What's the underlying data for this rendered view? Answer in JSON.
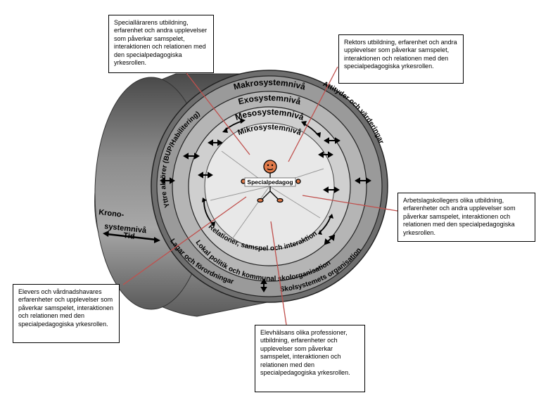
{
  "rings": {
    "makro": "Makrosystemnivå",
    "exo": "Exosystemnivå",
    "meso": "Mesosystemnivå",
    "mikro": "Mikrosystemnivå",
    "attityder": "Attityder och värderingar",
    "yttre": "Yttre aktörer (BUP/Habilitering)",
    "relationer": "Relationer, samspel och interaktion",
    "lokal": "Lokal politik och kommunal skolorganisation",
    "lagar": "Lagar och förordningar",
    "skolsystem": "Skolsystemets organisation"
  },
  "center": {
    "label": "Specialpedagog"
  },
  "krono": {
    "label_line1": "Krono-",
    "label_line2": "systemnivå",
    "tid": "Tid"
  },
  "callouts": {
    "speciallarare": "Speciallärarens utbildning, erfarenhet och andra upplevelser som påverkar samspelet, interaktionen och relationen med den specialpedagogiska yrkesrollen.",
    "rektor": "Rektors utbildning, erfarenhet och andra upplevelser som påverkar samspelet, interaktionen och relationen med den specialpedagogiska yrkesrollen.",
    "arbetslag": "Arbetslagskollegers olika utbildning, erfarenheter och andra upplevelser som påverkar samspelet, interaktionen och relationen med den specialpedagogiska yrkesrollen.",
    "elever": "Elevers och vårdnadshavares erfarenheter och upplevelser som påverkar samspelet, interaktionen och relationen med den specialpedagogiska yrkesrollen.",
    "elevhalsa": "Elevhälsans olika professioner, utbildning, erfarenheter och upplevelser som påverkar samspelet, interaktionen och relationen med den specialpedagogiska yrkesrollen."
  },
  "colors": {
    "outer": "#6e6e6e",
    "makro": "#9a9a9a",
    "exo": "#b5b5b5",
    "meso": "#cfcfcf",
    "mikro": "#e8e8e8",
    "connector": "#c0504d"
  }
}
